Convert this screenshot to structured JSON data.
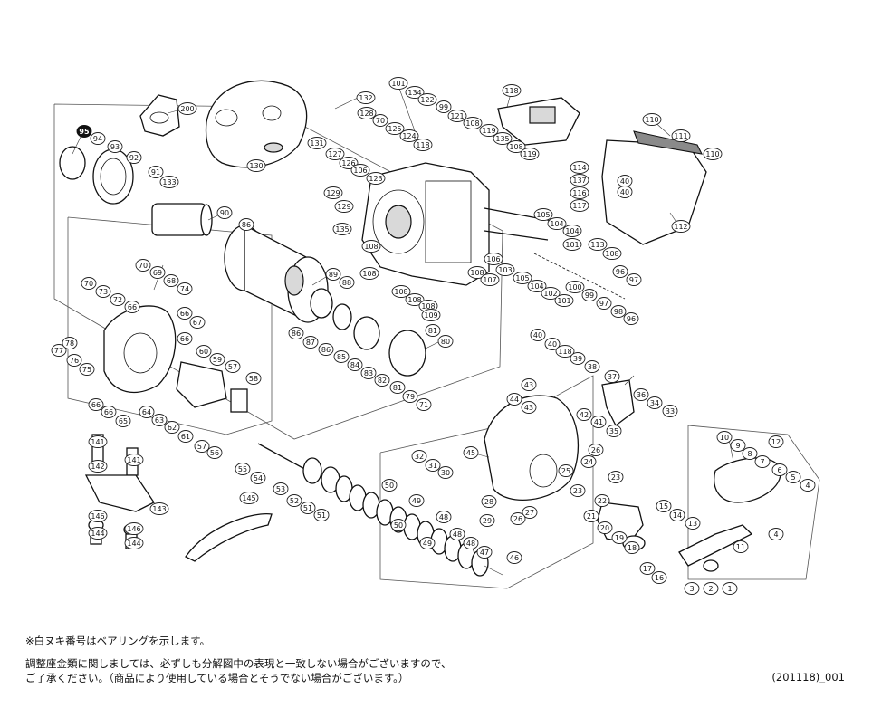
{
  "notes": {
    "bearing": "※白ヌキ番号はベアリングを示します。",
    "adjust_line1": "調整座金類に関しましては、必ずしも分解図中の表現と一致しない場合がございますので、",
    "adjust_line2": "ご了承ください。（商品により使用している場合とそうでない場合がございます。）"
  },
  "document_code": "(201118)_001",
  "bearing_callouts": [
    "95",
    "78",
    "45"
  ],
  "callouts": [
    "200",
    "132",
    "128",
    "70",
    "125",
    "124",
    "118",
    "127",
    "126",
    "106",
    "123",
    "131",
    "130",
    "101",
    "134",
    "122",
    "99",
    "121",
    "108",
    "119",
    "135",
    "108",
    "119",
    "118",
    "110",
    "111",
    "110",
    "40",
    "40",
    "112",
    "113",
    "108",
    "114",
    "137",
    "116",
    "117",
    "95",
    "94",
    "93",
    "92",
    "91",
    "133",
    "90",
    "86",
    "129",
    "129",
    "135",
    "108",
    "108",
    "105",
    "104",
    "104",
    "101",
    "106",
    "103",
    "108",
    "107",
    "105",
    "104",
    "102",
    "101",
    "100",
    "99",
    "97",
    "98",
    "96",
    "96",
    "97",
    "89",
    "88",
    "108",
    "108",
    "108",
    "109",
    "86",
    "87",
    "86",
    "85",
    "84",
    "83",
    "82",
    "81",
    "81",
    "80",
    "79",
    "71",
    "70",
    "69",
    "68",
    "74",
    "70",
    "73",
    "72",
    "66",
    "66",
    "67",
    "66",
    "60",
    "59",
    "57",
    "58",
    "57",
    "56",
    "55",
    "61",
    "62",
    "63",
    "64",
    "65",
    "66",
    "66",
    "77",
    "78",
    "76",
    "75",
    "40",
    "40",
    "118",
    "39",
    "38",
    "37",
    "36",
    "34",
    "33",
    "35",
    "41",
    "42",
    "43",
    "44",
    "43",
    "26",
    "45",
    "32",
    "31",
    "30",
    "24",
    "25",
    "23",
    "23",
    "22",
    "21",
    "20",
    "19",
    "18",
    "17",
    "16",
    "15",
    "14",
    "13",
    "28",
    "29",
    "27",
    "26",
    "10",
    "9",
    "8",
    "7",
    "6",
    "5",
    "4",
    "4",
    "11",
    "12",
    "3",
    "2",
    "1",
    "141",
    "142",
    "141",
    "143",
    "146",
    "146",
    "144",
    "144",
    "145",
    "54",
    "53",
    "52",
    "51",
    "51",
    "50",
    "50",
    "49",
    "49",
    "48",
    "48",
    "48",
    "47",
    "46"
  ]
}
